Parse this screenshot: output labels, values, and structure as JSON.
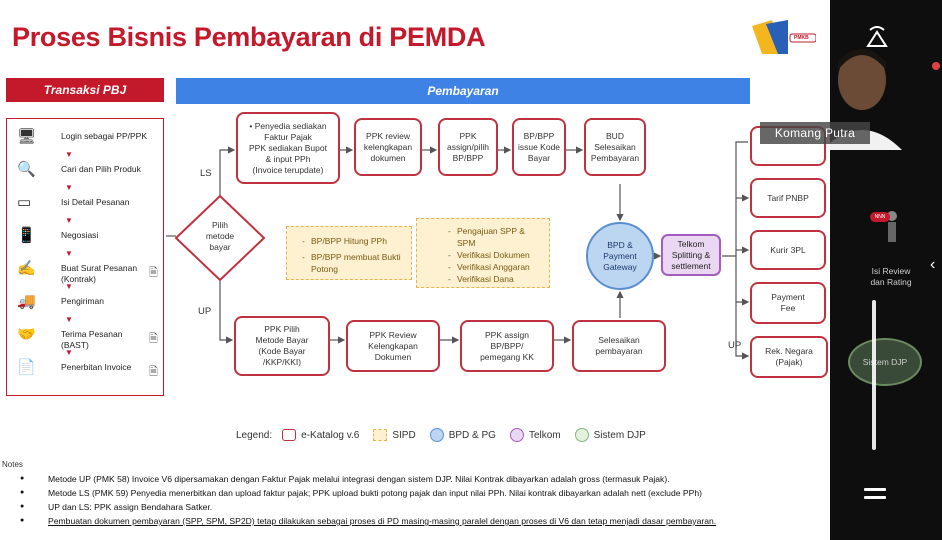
{
  "slide": {
    "title": "Proses Bisnis Pembayaran di PEMDA",
    "logo_text": "PMKB"
  },
  "banners": {
    "left": "Transaksi PBJ",
    "right": "Pembayaran"
  },
  "transaksi_steps": [
    {
      "label": "Login sebagai PP/PPK",
      "icon": "user-desk-icon"
    },
    {
      "label": "Cari dan Pilih Produk",
      "icon": "search-product-icon"
    },
    {
      "label": "Isi Detail Pesanan",
      "icon": "form-icon"
    },
    {
      "label": "Negosiasi",
      "icon": "phone-icon"
    },
    {
      "label": "Buat Surat Pesanan\n(Kontrak)",
      "icon": "contract-icon"
    },
    {
      "label": "Pengiriman",
      "icon": "truck-icon"
    },
    {
      "label": "Terima Pesanan\n(BAST)",
      "icon": "handshake-icon"
    },
    {
      "label": "Penerbitan Invoice",
      "icon": "invoice-icon"
    }
  ],
  "decision": {
    "label": "Pilih\nmetode\nbayar",
    "ls": "LS",
    "up": "UP"
  },
  "ls_flow": [
    "• Penyedia sediakan\nFaktur Pajak\nPPK sediakan Bupot\n& input PPh\n(Invoice terupdate)",
    "PPK review\nkelengkapan\ndokumen",
    "PPK\nassign/pilih\nBP/BPP",
    "BP/BPP\nissue Kode\nBayar",
    "BUD\nSelesaikan\nPembayaran"
  ],
  "up_flow": [
    "PPK Pilih\nMetode Bayar\n(Kode Bayar\n/KKP/KKI)",
    "PPK Review\nKelengkapan\nDokumen",
    "PPK assign\nBP/BPP/\npemegang KK",
    "Selesaikan\npembayaran"
  ],
  "sipd_notes": {
    "left": [
      "BP/BPP Hitung PPh",
      "BP/BPP membuat Bukti Potong"
    ],
    "right": [
      "Pengajuan SPP & SPM",
      "Verifikasi Dokumen",
      "Verifikasi Anggaran",
      "Verifikasi Dana"
    ]
  },
  "gateway": "BPD &\nPayment\nGateway",
  "telkom": "Telkom\nSplitting &\nsettlement",
  "outputs": [
    "",
    "Tarif PNBP",
    "Kurir 3PL",
    "Payment\nFee",
    "Rek. Negara\n(Pajak)"
  ],
  "up_label_right": "UP",
  "side_overlay": {
    "name": "Komang Putra",
    "review": "Isi Review\ndan Rating",
    "sistem": "Sistem DJP",
    "sistem_badge": "NNN"
  },
  "legend": {
    "title": "Legend:",
    "items": [
      {
        "label": "e-Katalog v.6",
        "color": "#c0323f",
        "style": "rect"
      },
      {
        "label": "SIPD",
        "color": "#e6b44a",
        "style": "dashed"
      },
      {
        "label": "BPD & PG",
        "color": "#5b8ed0",
        "style": "circle"
      },
      {
        "label": "Telkom",
        "color": "#a45cc0",
        "style": "circle"
      },
      {
        "label": "Sistem DJP",
        "color": "#7fb77e",
        "style": "circle"
      }
    ]
  },
  "notes": {
    "title": "Notes",
    "items": [
      "Metode UP (PMK 58) Invoice V6 dipersamakan dengan Faktur Pajak melalui integrasi dengan sistem DJP. Nilai Kontrak dibayarkan adalah gross (termasuk Pajak).",
      "Metode LS (PMK 59) Penyedia menerbitkan dan upload faktur pajak; PPK upload bukti potong pajak dan input nilai PPh. Nilai kontrak dibayarkan adalah nett (exclude PPh)",
      "UP dan LS: PPK assign Bendahara Satker.",
      "Pembuatan dokumen pembayaran (SPP, SPM, SP2D) tetap dilakukan sebagai proses di PD masing-masing paralel dengan proses di V6 dan tetap menjadi dasar pembayaran."
    ]
  },
  "colors": {
    "red": "#c4182b",
    "blue": "#3f82e6",
    "dark": "#0e0e0e"
  }
}
